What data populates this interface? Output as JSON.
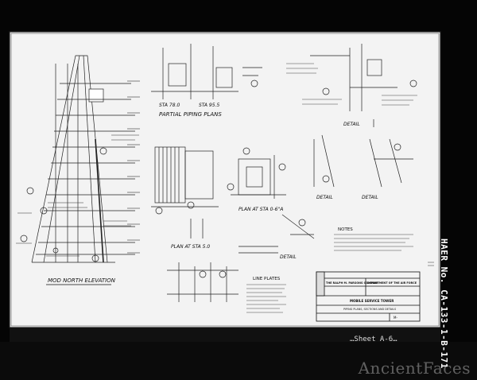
{
  "document": {
    "side_id": "HAER No. CA-133-1-B-171",
    "bottom_scribble": "…Sheet A-6…"
  },
  "drawing": {
    "titles": {
      "elevation": "MOD NORTH ELEVATION",
      "partial_piping": "PARTIAL PIPING PLANS",
      "sta_780": "STA 78.0",
      "sta_955": "STA 95.5",
      "plan_sta_50": "PLAN AT STA 5.0",
      "plan_sta_6": "PLAN AT STA 0-6\"A",
      "detail_a": "DETAIL",
      "detail_b": "DETAIL",
      "detail_c": "DETAIL",
      "detail_d": "DETAIL"
    },
    "notes_header": "NOTES",
    "line_plates_header": "LINE PLATES"
  },
  "title_block": {
    "company": "THE RALPH M. PARSONS COMPANY",
    "client": "DEPARTMENT OF THE AIR FORCE",
    "project": "MOBILE SERVICE TOWER",
    "subtitle": "PIPING PLANS, SECTIONS AND DETAILS",
    "drawing_no": "M-"
  },
  "watermark": "AncientFaces"
}
